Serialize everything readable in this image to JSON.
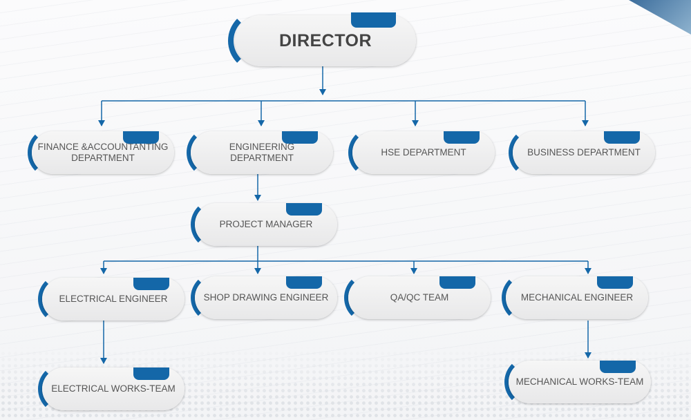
{
  "colors": {
    "accent": "#1467a8",
    "text": "#555555"
  },
  "director": {
    "label": "DIRECTOR"
  },
  "departments": [
    {
      "label": "FINANCE &ACCOUNTANTING DEPARTMENT"
    },
    {
      "label": "ENGINEERING  DEPARTMENT"
    },
    {
      "label": "HSE DEPARTMENT"
    },
    {
      "label": "BUSINESS DEPARTMENT"
    }
  ],
  "project_manager": {
    "label": "PROJECT MANAGER"
  },
  "engineers": [
    {
      "label": "ELECTRICAL ENGINEER"
    },
    {
      "label": "SHOP DRAWING ENGINEER"
    },
    {
      "label": "QA/QC TEAM"
    },
    {
      "label": "MECHANICAL ENGINEER"
    }
  ],
  "teams": [
    {
      "label": "ELECTRICAL WORKS-TEAM"
    },
    {
      "label": "MECHANICAL WORKS-TEAM"
    }
  ]
}
